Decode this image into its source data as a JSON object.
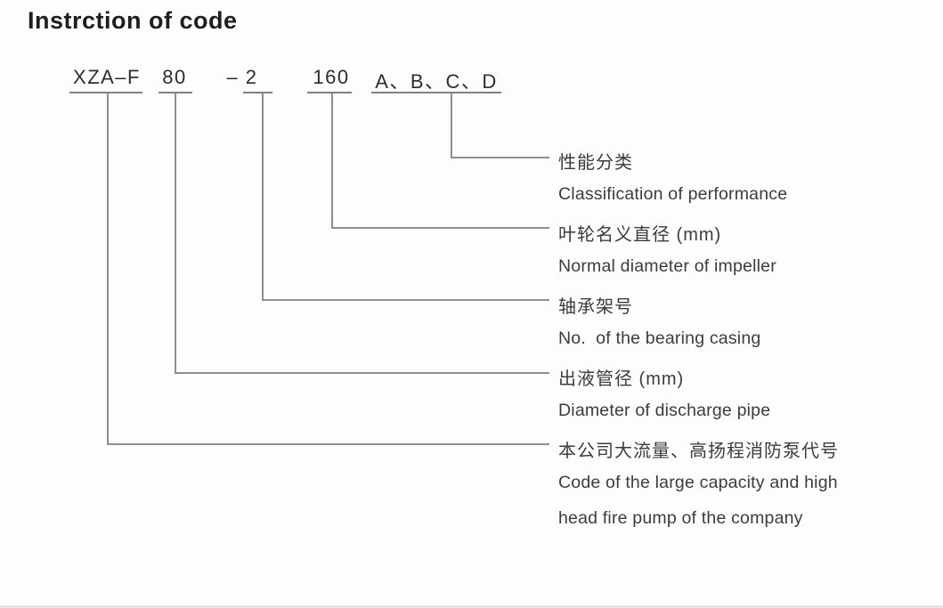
{
  "title": "Instrction of code",
  "code": {
    "segments": [
      "XZA–F",
      "80",
      "– 2",
      "160",
      "A、B、C、D"
    ]
  },
  "labels": [
    {
      "zh": "性能分类",
      "en": "Classification of performance"
    },
    {
      "zh": "叶轮名义直径 (mm)",
      "en": "Normal diameter of impeller"
    },
    {
      "zh": "轴承架号",
      "en": "No.  of the bearing casing"
    },
    {
      "zh": "出液管径 (mm)",
      "en": "Diameter of discharge pipe"
    },
    {
      "zh": "本公司大流量、高扬程消防泵代号",
      "en_line1": "Code of the large capacity and high",
      "en_line2": "head fire pump of the company"
    }
  ],
  "colors": {
    "background": "#fdfdfd",
    "line": "#8f8f8f",
    "underline": "#808080",
    "code_text": "#2d2d2d",
    "label_text": "#3c3c3c",
    "title_text": "#1e1e1e"
  }
}
